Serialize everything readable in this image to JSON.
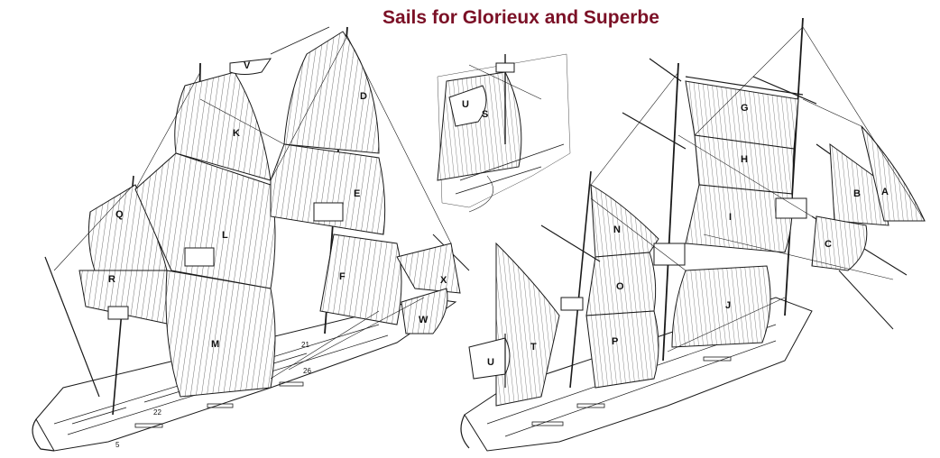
{
  "title": "Sails for Glorieux and Superbe",
  "colors": {
    "title": "#7b1026",
    "ink": "#1a1a1a",
    "paper": "#ffffff"
  },
  "left_ship": {
    "labels": {
      "v": "V",
      "k": "K",
      "l": "L",
      "q": "Q",
      "r": "R",
      "m": "M",
      "d": "D",
      "e": "E",
      "f": "F",
      "x": "X",
      "w": "W"
    },
    "numbers": {
      "n26": "26",
      "n21": "21",
      "n22": "22",
      "n5": "5"
    }
  },
  "inset": {
    "labels": {
      "u": "U",
      "s": "S"
    }
  },
  "right_ship": {
    "labels": {
      "g": "G",
      "h": "H",
      "i": "I",
      "b": "B",
      "a": "A",
      "c": "C",
      "n": "N",
      "o": "O",
      "j": "J",
      "p": "P",
      "t": "T",
      "u": "U"
    }
  }
}
